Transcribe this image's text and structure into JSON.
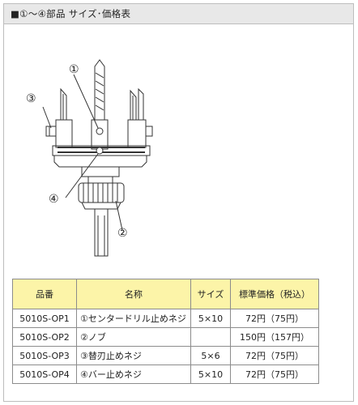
{
  "header": {
    "title": "■①〜④部品  サイズ･価格表"
  },
  "diagram": {
    "callouts": [
      "①",
      "②",
      "③",
      "④"
    ]
  },
  "table": {
    "columns": [
      "品番",
      "名称",
      "サイズ",
      "標準価格（税込）"
    ],
    "rows": [
      [
        "5010S-OP1",
        "①センタードリル止めネジ",
        "5×10",
        "72円（75円）"
      ],
      [
        "5010S-OP2",
        "②ノブ",
        "",
        "150円（157円）"
      ],
      [
        "5010S-OP3",
        "③替刃止めネジ",
        "5×6",
        "72円（75円）"
      ],
      [
        "5010S-OP4",
        "④バー止めネジ",
        "5×10",
        "72円（75円）"
      ]
    ]
  }
}
